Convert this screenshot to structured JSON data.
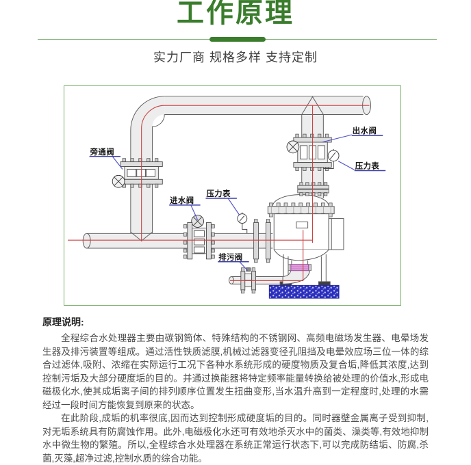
{
  "header": {
    "title": "工作原理",
    "subtitle": "实力厂商 规格多样 支持定制"
  },
  "diagram": {
    "labels": {
      "bypass_valve": "旁通阀",
      "outlet_valve": "出水阀",
      "pressure_gauge_right": "压力表",
      "inlet_valve": "进水阀",
      "pressure_gauge_mid": "压力表",
      "drain_valve": "排污阀"
    },
    "colors": {
      "frame_border_green": "#72ad63",
      "pipe_outline": "#5f5f5f",
      "pipe_fill": "#ededed",
      "centerline_red": "#cc4343",
      "leader_blue": "#5555cc",
      "underline_navy": "#3d3dae",
      "foundation_blue": "#2b2fbe",
      "flange_pink": "#e6a7e2"
    }
  },
  "description": {
    "heading": "原理说明:",
    "paragraphs": [
      "全程综合水处理器主要由碳钢筒体、特殊结构的不锈钢网、高频电磁场发生器、电晕场发生器及排污装置等组成。通过活性铁质滤膜,机械过滤器变径孔阻挡及电晕效应场三位一体的综合过滤体,吸附、浓缩在实际运行工况下各种水系统形成的硬度物质及复合垢,降低其浓度,达到控制污垢及大部分硬度垢的目的。并通过换能器将特定频率能量转换给被处理的价值水,形成电磁极化水,使其成垢离子间的排列顺序位置发生扭曲变形,当水温升高到一定程度时,处理的水需经过一段时间方能恢复到原来的状态。",
      "在此阶段,成垢的机率很底,因而达到控制形成硬度垢的目的。同时器壁金属离子受到抑制,对无垢系统具有防腐蚀作用。此外,电磁极化水还可有效地杀灭水中的菌类、澡类等,有效地抑制水中微生物的繁殖。所以,全程综合水处理器在系统正常运行状态下,可以完成防结垢、防腐,杀菌,灭藻,超净过滤,控制水质的综合功能。"
    ]
  },
  "colors": {
    "title_green": "#3a7d2c",
    "divider_green": "#3a7d2c",
    "body_text": "#4e4e4e"
  }
}
